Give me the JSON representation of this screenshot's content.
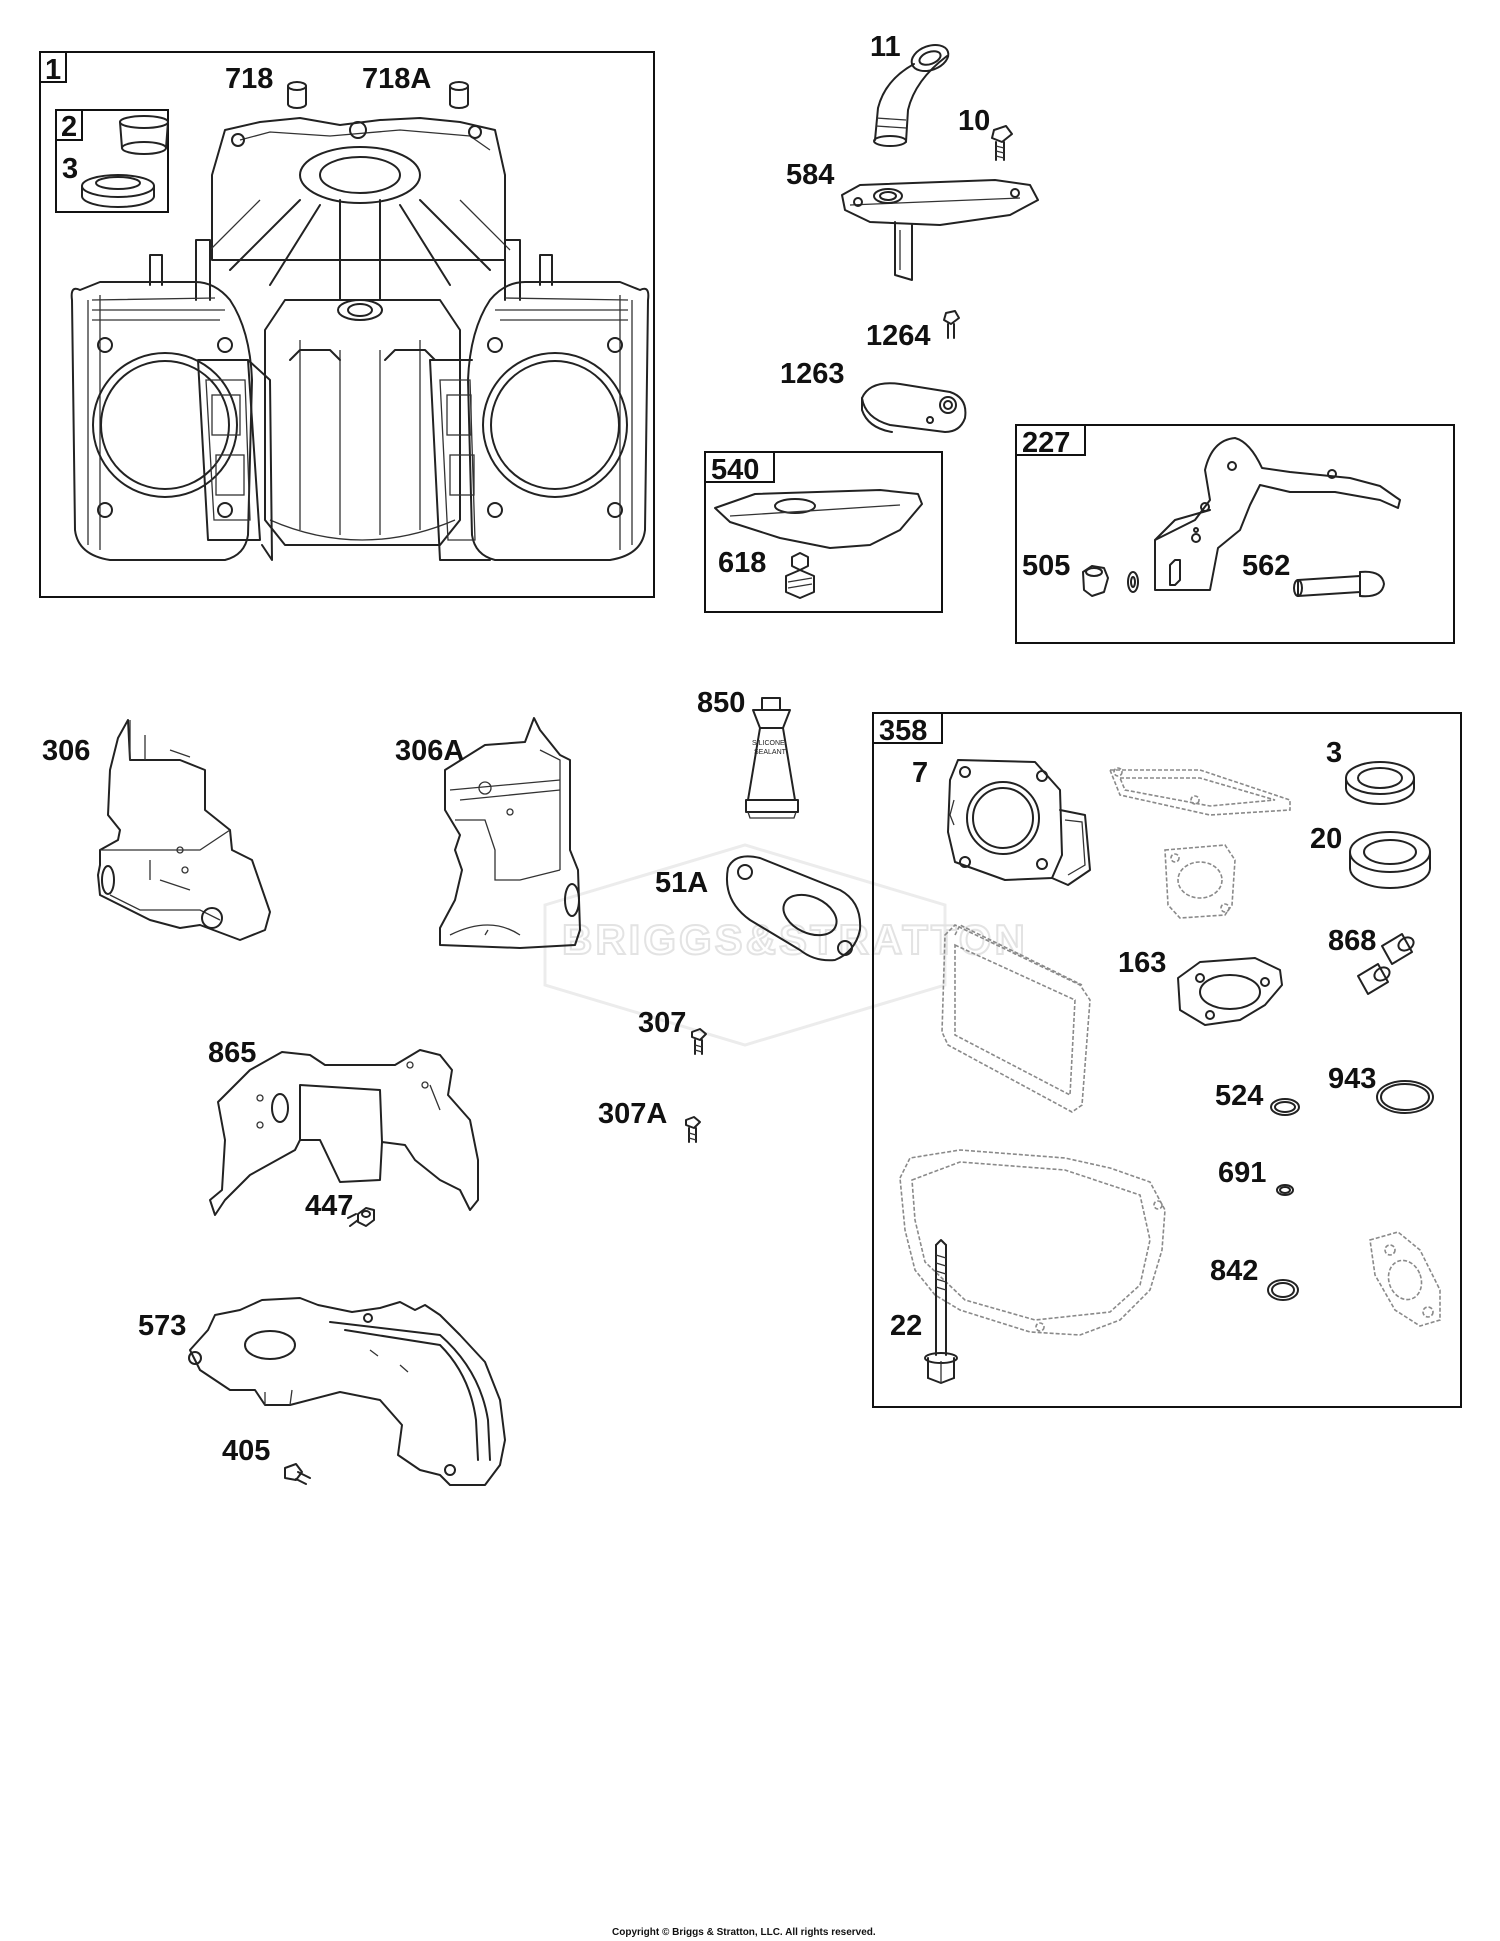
{
  "watermark": "BRIGGS&STRATTON",
  "copyright": "Copyright © Briggs & Stratton, LLC. All rights reserved.",
  "sealant_tube_text": [
    "SILICONE",
    "SEALANT"
  ],
  "boxes": {
    "cylinder": "1",
    "bushing": "2",
    "gasket_540": "540",
    "bracket_227": "227",
    "gasket_set": "358"
  },
  "labels": {
    "p718": "718",
    "p718A": "718A",
    "p3_left": "3",
    "p11": "11",
    "p10": "10",
    "p584": "584",
    "p1264": "1264",
    "p1263": "1263",
    "p618": "618",
    "p505": "505",
    "p562": "562",
    "p850": "850",
    "p306": "306",
    "p306A": "306A",
    "p51A": "51A",
    "p307": "307",
    "p307A": "307A",
    "p865": "865",
    "p447": "447",
    "p573": "573",
    "p405": "405",
    "p7": "7",
    "p3_right": "3",
    "p20": "20",
    "p163": "163",
    "p868": "868",
    "p524": "524",
    "p943": "943",
    "p691": "691",
    "p842": "842",
    "p22": "22"
  }
}
